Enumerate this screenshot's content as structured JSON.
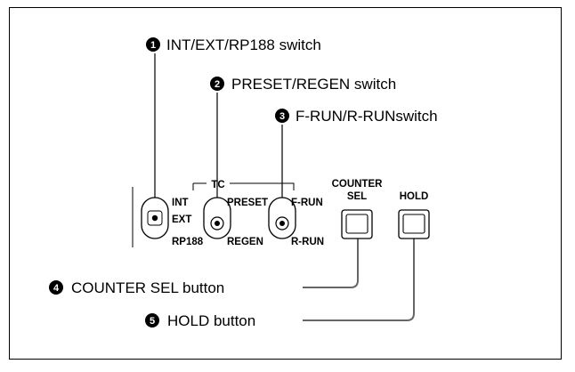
{
  "callouts": [
    {
      "number": "1",
      "label": "INT/EXT/RP188 switch"
    },
    {
      "number": "2",
      "label": "PRESET/REGEN switch"
    },
    {
      "number": "3",
      "label": "F-RUN/R-RUNswitch"
    },
    {
      "number": "4",
      "label": "COUNTER SEL button"
    },
    {
      "number": "5",
      "label": "HOLD button"
    }
  ],
  "panel": {
    "group_label": "TC",
    "switch1": {
      "top": "INT",
      "middle": "EXT",
      "bottom": "RP188"
    },
    "switch2": {
      "top": "PRESET",
      "bottom": "REGEN"
    },
    "switch3": {
      "top": "F-RUN",
      "bottom": "R-RUN"
    },
    "counter_sel": {
      "line1": "COUNTER",
      "line2": "SEL"
    },
    "hold": {
      "label": "HOLD"
    }
  }
}
